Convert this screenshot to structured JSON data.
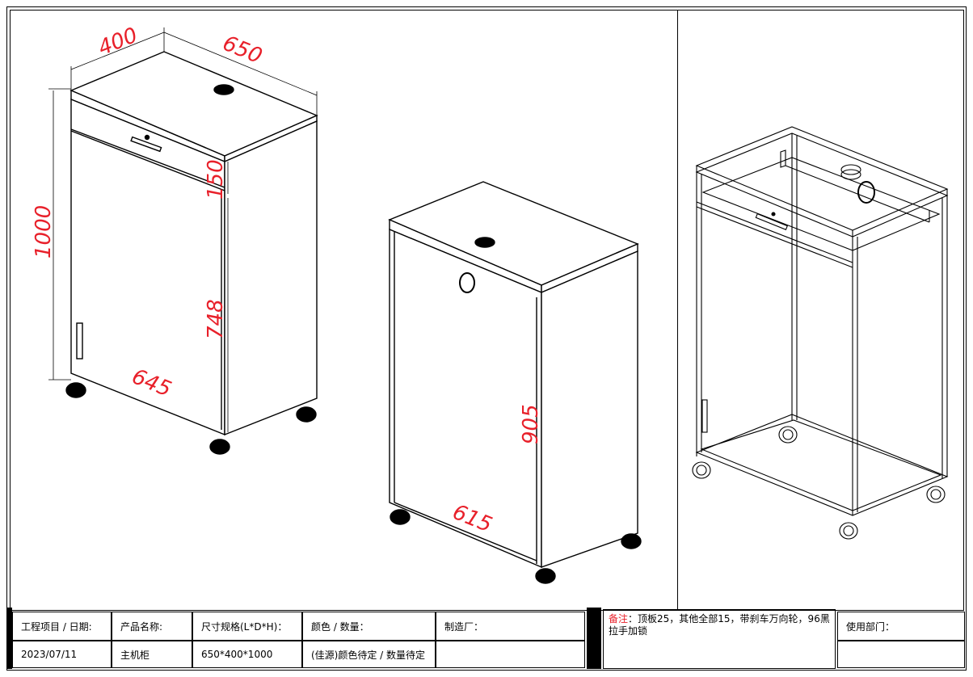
{
  "dimensions": {
    "left_cabinet": {
      "depth": "400",
      "width": "650",
      "height": "1000",
      "drawer": "150",
      "door": "748",
      "bottom": "645"
    },
    "middle_cabinet": {
      "height": "905",
      "bottom": "615"
    }
  },
  "title_block": {
    "headers": {
      "project_date": "工程项目 / 日期:",
      "product_name": "产品名称:",
      "size": "尺寸规格(L*D*H)：",
      "color_qty": "颜色 / 数量：",
      "manufacturer": "制造厂：",
      "department": "使用部门："
    },
    "values": {
      "date": "2023/07/11",
      "product": "主机柜",
      "size": "650*400*1000",
      "color_qty": "(佳源)颜色待定 / 数量待定",
      "manufacturer": "",
      "department": ""
    },
    "note": {
      "label": "备注",
      "text": "：顶板25，其他全部15，带刹车万向轮，96黑拉手加锁"
    }
  }
}
